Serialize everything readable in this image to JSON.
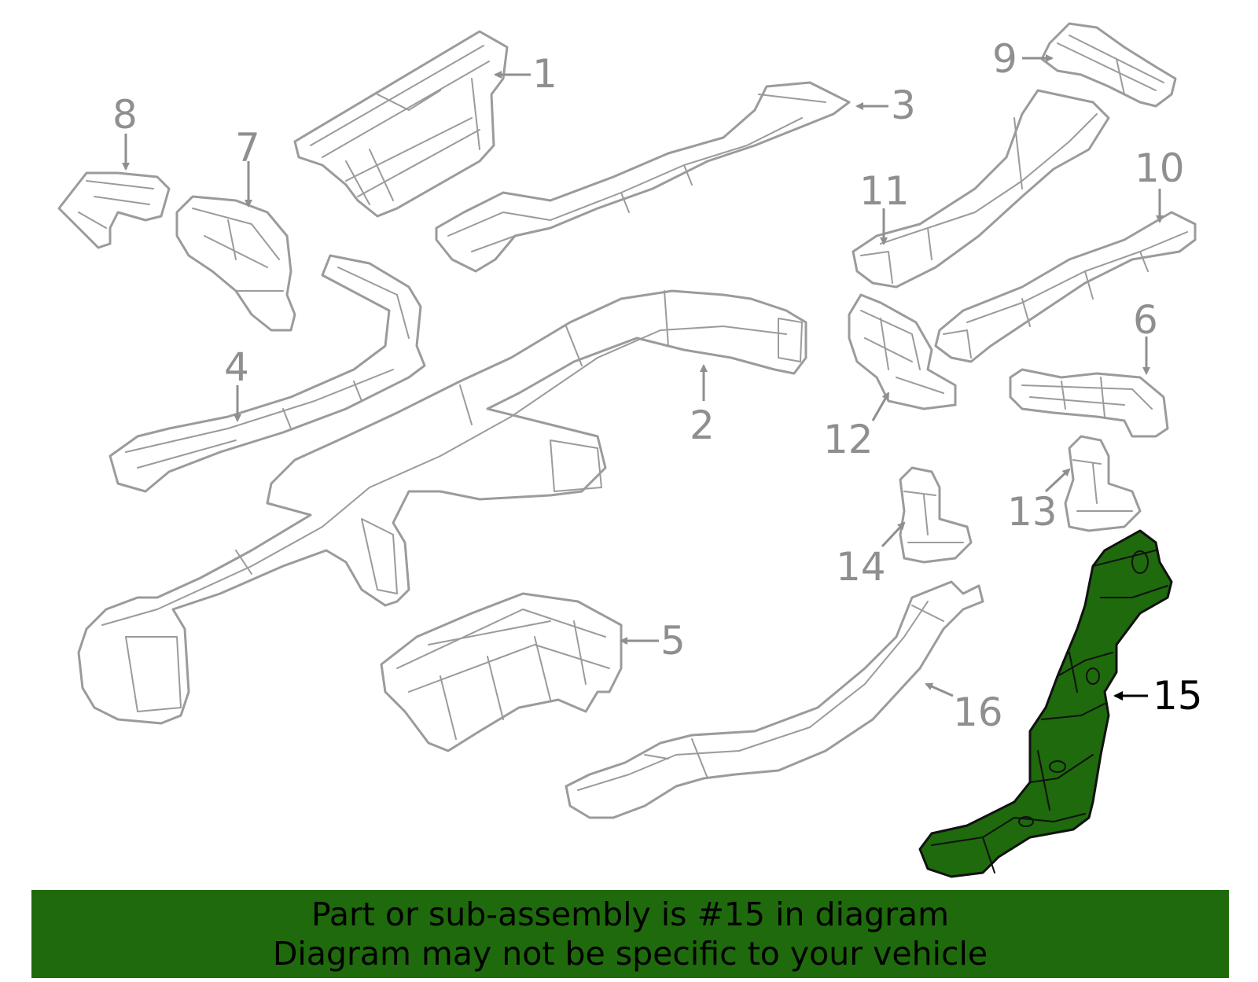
{
  "diagram": {
    "highlight_color": "#1e6a0c",
    "highlighted_part": "15",
    "callouts": [
      {
        "id": "1",
        "label": "1",
        "active": false
      },
      {
        "id": "2",
        "label": "2",
        "active": false
      },
      {
        "id": "3",
        "label": "3",
        "active": false
      },
      {
        "id": "4",
        "label": "4",
        "active": false
      },
      {
        "id": "5",
        "label": "5",
        "active": false
      },
      {
        "id": "6",
        "label": "6",
        "active": false
      },
      {
        "id": "7",
        "label": "7",
        "active": false
      },
      {
        "id": "8",
        "label": "8",
        "active": false
      },
      {
        "id": "9",
        "label": "9",
        "active": false
      },
      {
        "id": "10",
        "label": "10",
        "active": false
      },
      {
        "id": "11",
        "label": "11",
        "active": false
      },
      {
        "id": "12",
        "label": "12",
        "active": false
      },
      {
        "id": "13",
        "label": "13",
        "active": false
      },
      {
        "id": "14",
        "label": "14",
        "active": false
      },
      {
        "id": "15",
        "label": "15",
        "active": true
      },
      {
        "id": "16",
        "label": "16",
        "active": false
      }
    ]
  },
  "banner": {
    "background": "#1e6a0c",
    "line1": "Part or sub-assembly is #15 in diagram",
    "line2": "Diagram may not be specific to your vehicle"
  }
}
